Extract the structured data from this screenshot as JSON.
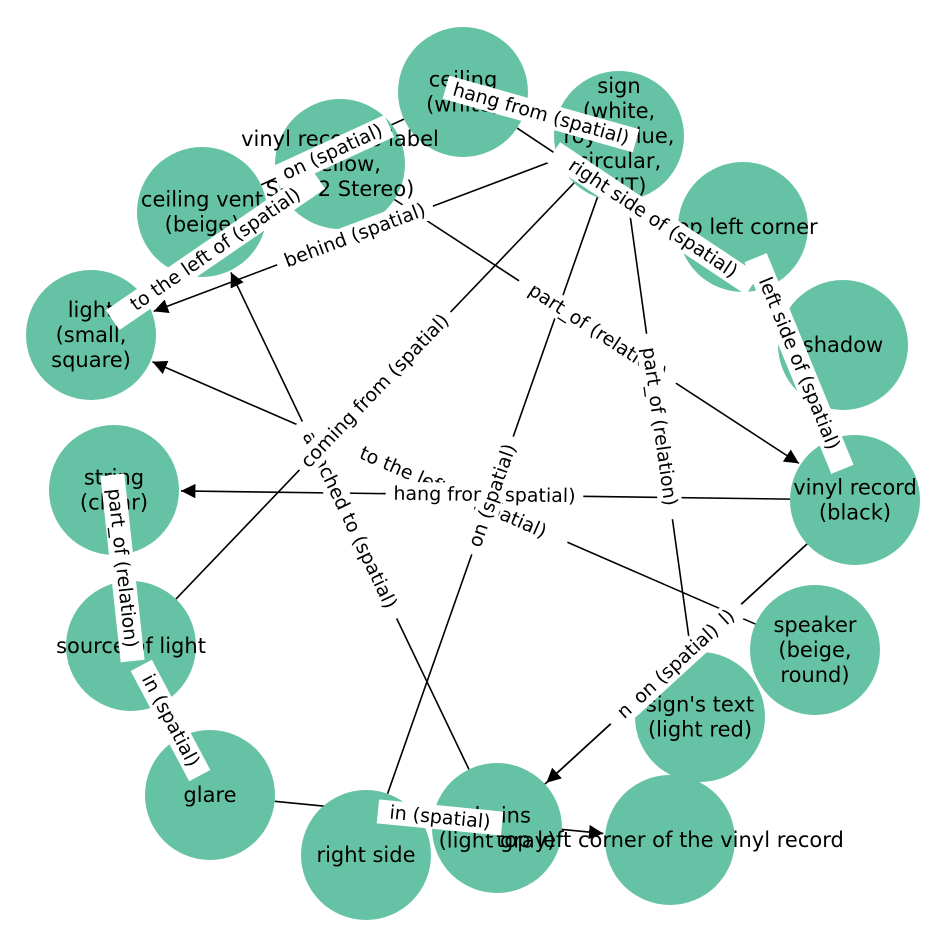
{
  "nodes": [
    {
      "id": "ceiling",
      "lines": [
        "ceiling",
        "(white)"
      ]
    },
    {
      "id": "sign",
      "lines": [
        "sign",
        "(white,",
        "royal blue,",
        "circular,",
        "EXIT)"
      ]
    },
    {
      "id": "vinyl_label",
      "lines": [
        "vinyl record's label",
        "(yellow,",
        "Side 2 Stereo)"
      ]
    },
    {
      "id": "ceiling_vent",
      "lines": [
        "ceiling vent",
        "(beige)"
      ]
    },
    {
      "id": "top_left_corner",
      "lines": [
        "top left corner"
      ]
    },
    {
      "id": "shadow",
      "lines": [
        "shadow"
      ]
    },
    {
      "id": "light",
      "lines": [
        "light",
        "(small,",
        "square)"
      ]
    },
    {
      "id": "vinyl_record",
      "lines": [
        "vinyl record",
        "(black)"
      ]
    },
    {
      "id": "string",
      "lines": [
        "string",
        "(clear)"
      ]
    },
    {
      "id": "speaker",
      "lines": [
        "speaker",
        "(beige,",
        "round)"
      ]
    },
    {
      "id": "source_of_light",
      "lines": [
        "source of light"
      ]
    },
    {
      "id": "signs_text",
      "lines": [
        "sign's text",
        "(light red)"
      ]
    },
    {
      "id": "glare",
      "lines": [
        "glare"
      ]
    },
    {
      "id": "chains",
      "lines": [
        "chains",
        "(light gray)"
      ]
    },
    {
      "id": "top_left_corner_vr",
      "lines": [
        "top left corner of the vinyl record"
      ]
    },
    {
      "id": "right_side",
      "lines": [
        "right side"
      ]
    }
  ],
  "edges": [
    {
      "from": "sign",
      "to": "ceiling",
      "label": "hang from (spatial)",
      "arrow": true
    },
    {
      "from": "sign",
      "to": "light",
      "label": "behind (spatial)",
      "arrow": true
    },
    {
      "from": "vinyl_label",
      "to": "vinyl_record",
      "label": "part_of (relation)",
      "arrow": true
    },
    {
      "from": "chains",
      "to": "ceiling_vent",
      "label": "attached to (spatial)",
      "arrow": true
    },
    {
      "from": "speaker",
      "to": "light",
      "label": "to the left of (spatial)",
      "arrow": true
    },
    {
      "from": "vinyl_record",
      "to": "string",
      "label": "hang from (spatial)",
      "arrow": true
    },
    {
      "from": "vinyl_record",
      "to": "chains",
      "label": "next to (spatial)",
      "arrow": true
    },
    {
      "from": "glare",
      "to": "top_left_corner_vr",
      "label": "in (spatial)",
      "arrow": true
    },
    {
      "from": "source_of_light",
      "to": "sign",
      "label": "coming from (spatial)",
      "arrow": false
    },
    {
      "from": "right_side",
      "to": "sign",
      "label": "on (spatial)",
      "arrow": false
    },
    {
      "from": "chains",
      "to": "vinyl_record",
      "label": "on (spatial)",
      "arrow": false
    },
    {
      "from": "signs_text",
      "to": "sign",
      "label": "part_of (relation)",
      "arrow": false
    },
    {
      "from": "shadow",
      "to": "ceiling",
      "label": "right side of (spatial)",
      "arrow": false
    },
    {
      "from": "ceiling_vent",
      "to": "ceiling",
      "label": "on (spatial)",
      "arrow": false
    },
    {
      "from": "light",
      "to": "vinyl_label",
      "label": "to the left of (spatial)",
      "arrow": false
    },
    {
      "from": "string",
      "to": "source_of_light",
      "label": "part_of (relation)",
      "arrow": false
    },
    {
      "from": "glare",
      "to": "source_of_light",
      "label": "in (spatial)",
      "arrow": false
    },
    {
      "from": "vinyl_record",
      "to": "top_left_corner",
      "label": "left side of (spatial)",
      "arrow": false
    }
  ]
}
